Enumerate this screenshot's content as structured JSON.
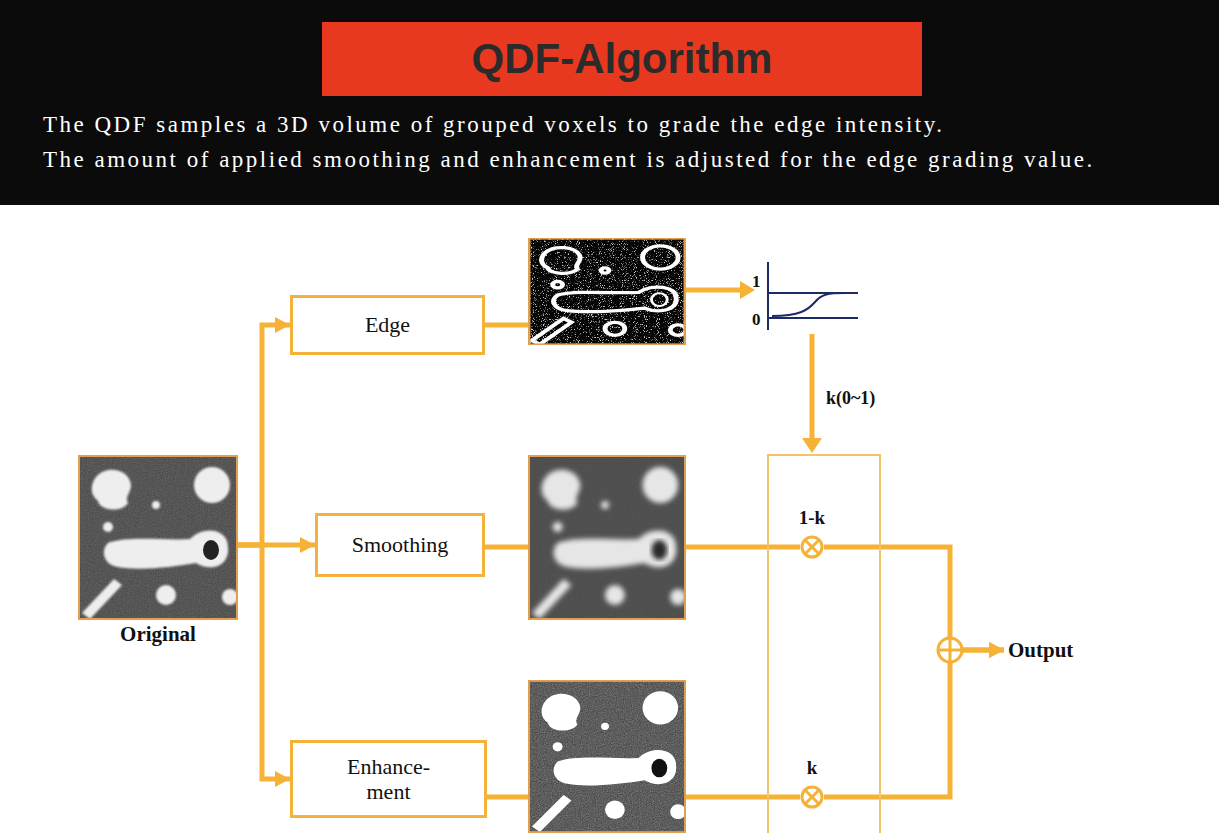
{
  "diagram": {
    "title": "QDF-Algorithm",
    "nodes": [
      {
        "text": [
          "Original"
        ]
      },
      {
        "text": [
          "Edge"
        ]
      },
      {
        "text": [
          "Smoothing"
        ]
      },
      {
        "text": [
          "Enhance- ment"
        ]
      },
      {
        "text": [
          "1-k"
        ]
      },
      {
        "text": [
          "k"
        ]
      },
      {
        "text": [
          "Output"
        ]
      }
    ],
    "edges": [
      {
        "from": 0,
        "to": 1,
        "arrow": "to"
      },
      {
        "from": 0,
        "to": 2,
        "arrow": "to"
      },
      {
        "from": 0,
        "to": 3,
        "arrow": "to"
      },
      {
        "from": 2,
        "to": 4,
        "arrow": "none"
      },
      {
        "from": 3,
        "to": 5,
        "arrow": "none"
      },
      {
        "from": 4,
        "to": 6,
        "arrow": "to"
      },
      {
        "from": 5,
        "to": 6,
        "arrow": "to"
      }
    ],
    "labels": [
      "The QDF samples a 3D volume of grouped voxels to grade the edge intensity.",
      "The amount of applied smoothing and enhancement is adjusted for the edge grading value.",
      "1",
      "0",
      "k(0~1)"
    ]
  }
}
